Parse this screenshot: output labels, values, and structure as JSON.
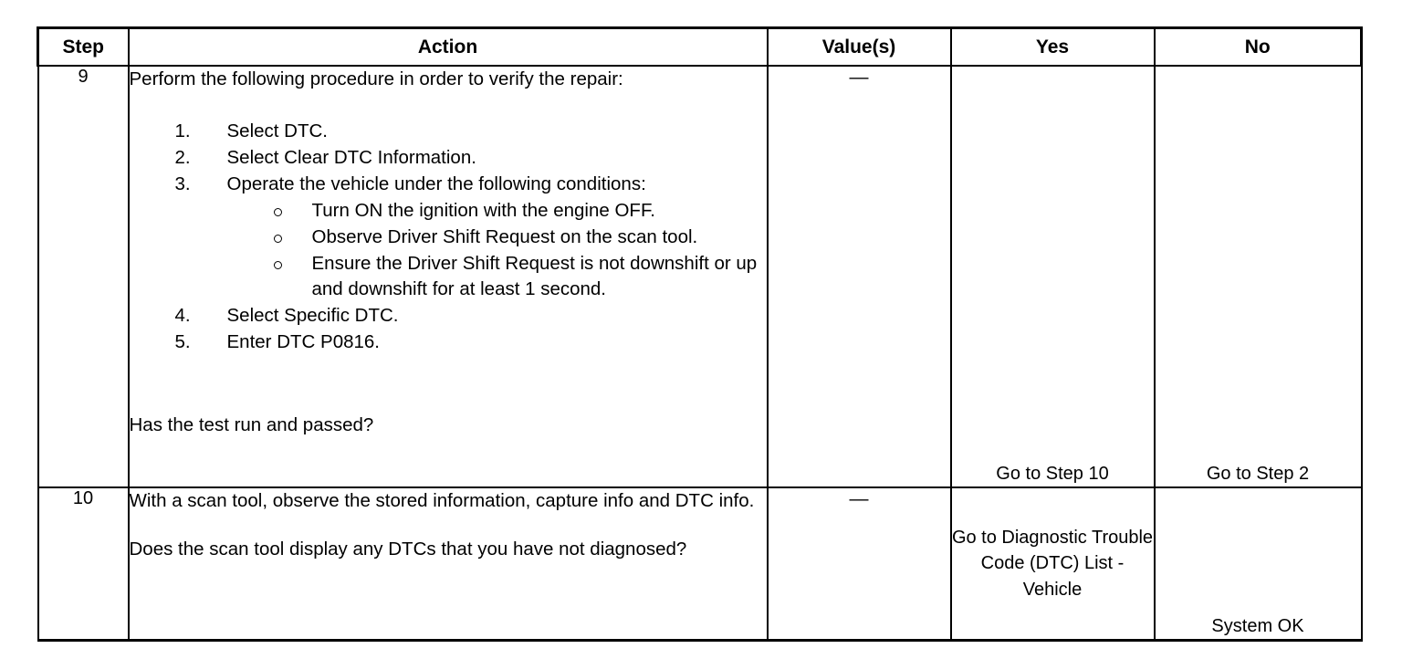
{
  "table": {
    "headers": {
      "step": "Step",
      "action": "Action",
      "value": "Value(s)",
      "yes": "Yes",
      "no": "No"
    },
    "rows": [
      {
        "step": "9",
        "intro": "Perform the following procedure in order to verify the repair:",
        "numbered": [
          {
            "num": "1.",
            "text": "Select DTC."
          },
          {
            "num": "2.",
            "text": "Select Clear DTC Information."
          },
          {
            "num": "3.",
            "text": "Operate the vehicle under the following conditions:",
            "sub": [
              "Turn ON the ignition with the engine OFF.",
              "Observe Driver Shift Request on the scan tool.",
              "Ensure the Driver Shift Request is not downshift or up and downshift for at least 1 second."
            ]
          },
          {
            "num": "4.",
            "text": "Select Specific DTC."
          },
          {
            "num": "5.",
            "text": "Enter DTC P0816."
          }
        ],
        "question": "Has the test run and passed?",
        "value": "—",
        "yes": "Go to Step 10",
        "no": "Go to Step 2"
      },
      {
        "step": "10",
        "para1": "With a scan tool, observe the stored information, capture info and DTC info.",
        "para2": "Does the scan tool display any DTCs that you have not diagnosed?",
        "value": "—",
        "yes": "Go to Diagnostic Trouble Code (DTC) List - Vehicle",
        "no": "System OK"
      }
    ]
  },
  "colors": {
    "border": "#000000",
    "background": "#ffffff",
    "text": "#000000"
  }
}
